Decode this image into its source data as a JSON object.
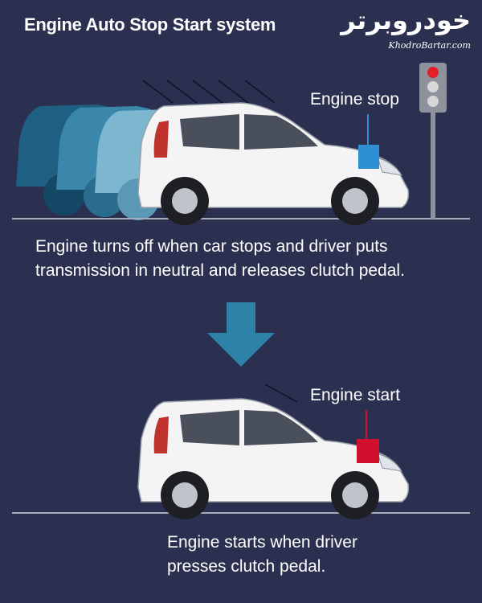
{
  "title": "Engine Auto Stop Start system",
  "logo": {
    "brand_text": "خودروبرتر",
    "domain_text": "KhodroBartar.com"
  },
  "top": {
    "label": "Engine stop",
    "caption_line1": "Engine turns off when car stops and driver puts",
    "caption_line2": "transmission in neutral and releases clutch pedal."
  },
  "bottom": {
    "label": "Engine start",
    "caption_line1": "Engine starts when driver",
    "caption_line2": "presses clutch pedal."
  },
  "colors": {
    "background": "#2b3050",
    "car_body": "#f4f4f4",
    "ghost_dark": "#1f5f82",
    "ghost_mid": "#3b87ab",
    "ghost_light": "#7db7cf",
    "engine_stop": "#2f8fd4",
    "engine_start": "#d0102c",
    "arrow": "#2e82a7",
    "light_red": "#e0202a",
    "light_off": "#d7d7d7"
  }
}
